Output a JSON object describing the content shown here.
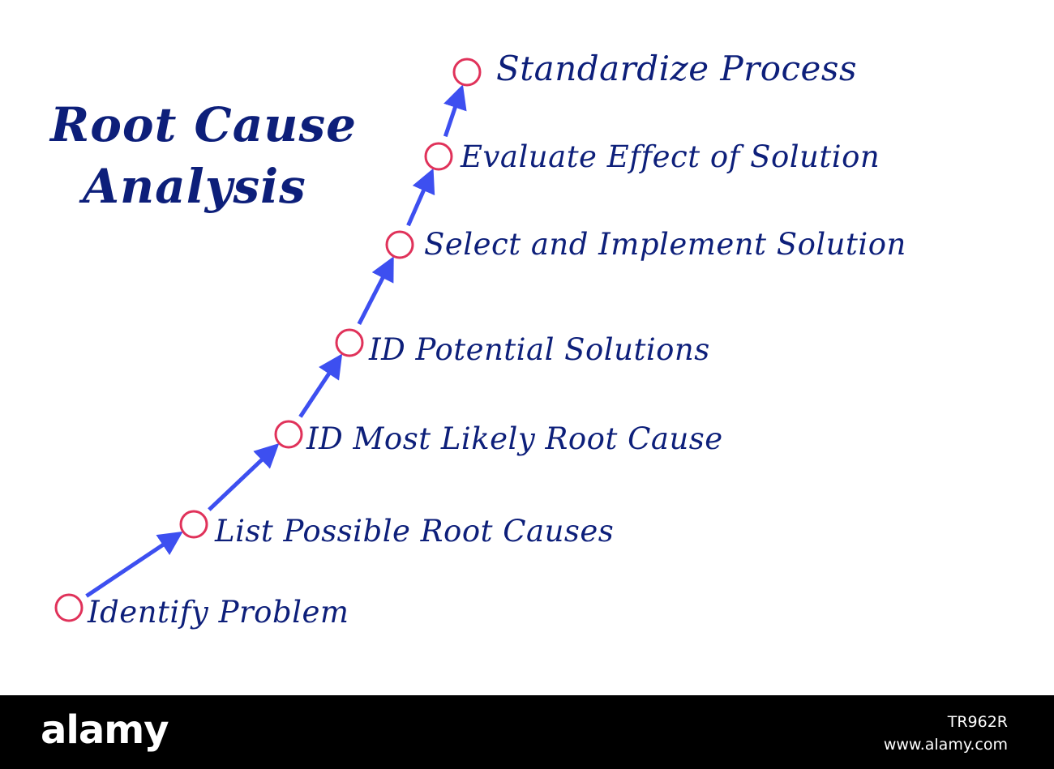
{
  "diagram": {
    "title_lines": [
      "Root Cause",
      "Analysis"
    ],
    "steps": [
      {
        "label": "Identify Problem"
      },
      {
        "label": "List Possible Root Causes"
      },
      {
        "label": "ID Most Likely Root Cause"
      },
      {
        "label": "ID Potential Solutions"
      },
      {
        "label": "Select and Implement Solution"
      },
      {
        "label": "Evaluate Effect of Solution"
      },
      {
        "label": "Standardize Process"
      }
    ],
    "colors": {
      "text": "#0d1f7a",
      "node_stroke": "#e0325a",
      "arrow": "#3d4ff0",
      "background": "#ffffff"
    }
  },
  "footer": {
    "logo": "alamy",
    "image_id": "TR962R",
    "url": "www.alamy.com",
    "background": "#000000"
  }
}
